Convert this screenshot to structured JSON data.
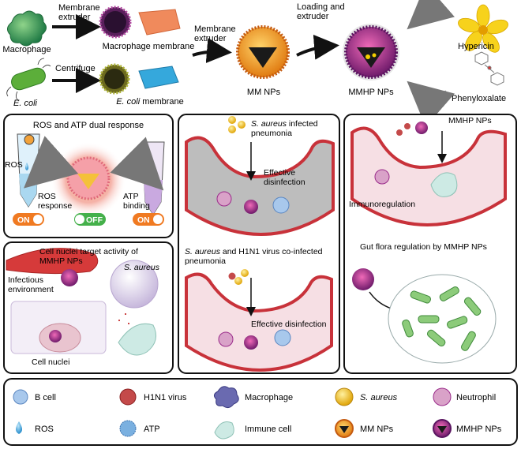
{
  "top": {
    "macrophage": "Macrophage",
    "membrane_extruder_1": [
      "Membrane",
      "extruder"
    ],
    "macrophage_membrane": "Macrophage membrane",
    "ecoli": "E. coli",
    "centrifuge": "Centrifuge",
    "ecoli_membrane": "E. coli membrane",
    "membrane_extruder_2": [
      "Membrane",
      "extruder"
    ],
    "mm_nps": "MM NPs",
    "loading_extruder": [
      "Loading and",
      "extruder"
    ],
    "mmhp_nps": "MMHP NPs",
    "hypericin": "Hypericin",
    "phenyloxalate": "Phenyloxalate"
  },
  "panel_a": {
    "title": "ROS and ATP dual response",
    "ros": "ROS",
    "ros_response": [
      "ROS",
      "response"
    ],
    "atp_binding": [
      "ATP",
      "binding"
    ],
    "on_left": "ON",
    "off": "OFF",
    "on_right": "ON"
  },
  "panel_b": {
    "title": [
      "Cell nuclei target activity of",
      "MMHP NPs"
    ],
    "s_aureus": "S. aureus",
    "infectious": [
      "Infectious",
      "environment"
    ],
    "cell_nuclei": "Cell nuclei"
  },
  "panel_c": {
    "infected": [
      "S. aureus infected",
      "pneumonia"
    ],
    "effective": [
      "Effective",
      "disinfection"
    ],
    "coinfected": [
      "S. aureus and H1N1 virus co-infected",
      "pneumonia"
    ],
    "effective2": "Effective disinfection"
  },
  "panel_d": {
    "mmhp": "MMHP NPs",
    "immuno": "Immunoregulation",
    "gut": "Gut flora regulation by MMHP NPs"
  },
  "legend": {
    "b_cell": "B cell",
    "h1n1": "H1N1 virus",
    "macrophage": "Macrophage",
    "s_aureus": "S. aureus",
    "neutrophil": "Neutrophil",
    "ros": "ROS",
    "atp": "ATP",
    "immune_cell": "Immune cell",
    "mm_nps": "MM NPs",
    "mmhp_nps": "MMHP NPs"
  },
  "colors": {
    "macrophage_green": "#3f9a5a",
    "membrane_orange": "#f08a5c",
    "membrane_blue": "#35a8dc",
    "np_orange": "#f4a21c",
    "mmhp_purple": "#9a2b8a",
    "tissue_pink": "#f6dfe4",
    "vessel_red": "#c8323a",
    "toggle_orange": "#f07a22",
    "toggle_green": "#44b04a"
  }
}
